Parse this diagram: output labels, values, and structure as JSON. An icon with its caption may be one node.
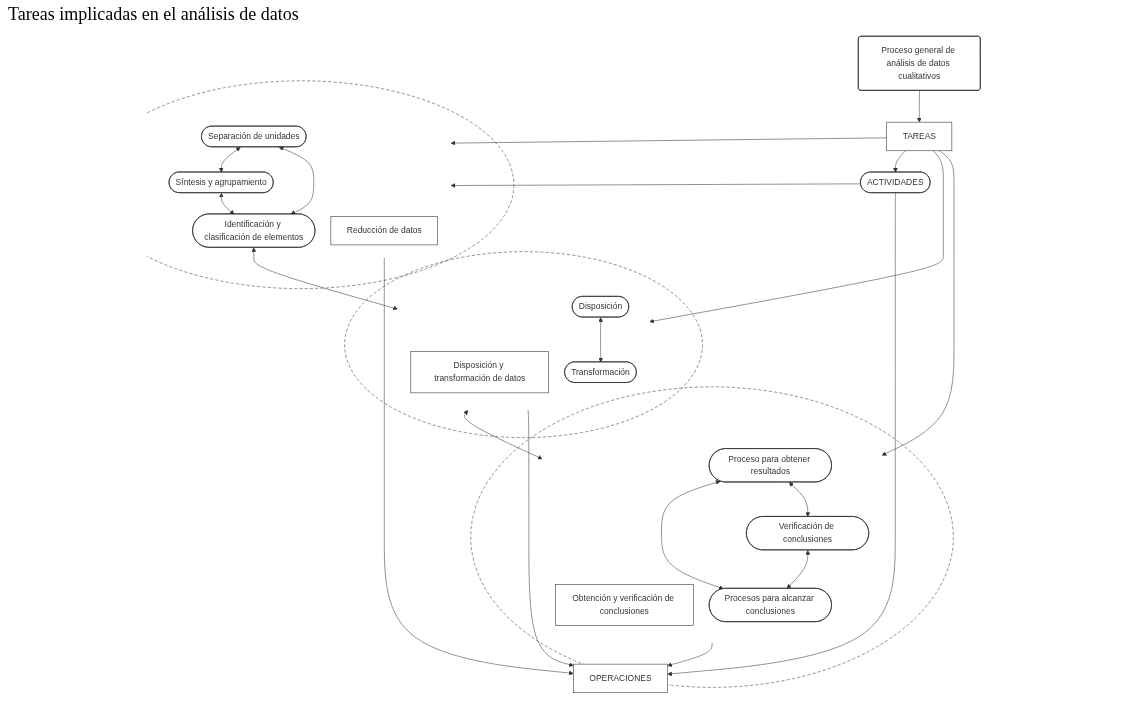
{
  "diagram": {
    "title": "Tareas implicadas en el análisis de datos",
    "nodes": [
      {
        "text": [
          "Proceso general de análisis de datos cualitativos"
        ]
      },
      {
        "text": [
          "TAREAS"
        ]
      },
      {
        "text": [
          "ACTIVIDADES"
        ]
      },
      {
        "text": [],
        "shape": "ellipse"
      },
      {
        "text": [
          "Reducción de datos"
        ],
        "in": 3
      },
      {
        "text": [
          "Separación de unidades"
        ],
        "in": 3
      },
      {
        "text": [
          "Síntesis y agrupamiento"
        ],
        "in": 3
      },
      {
        "text": [
          "Identificación y clasificación de elementos"
        ],
        "in": 3
      },
      {
        "text": [],
        "shape": "ellipse"
      },
      {
        "text": [
          "Disposición y transformación de datos"
        ],
        "in": 8
      },
      {
        "text": [
          "Disposición"
        ],
        "in": 8
      },
      {
        "text": [
          "Transformación"
        ],
        "in": 8
      },
      {
        "text": [],
        "shape": "ellipse"
      },
      {
        "text": [
          "Obtención y verificación de conclusiones"
        ],
        "in": 12
      },
      {
        "text": [
          "Proceso para obtener resultados"
        ],
        "in": 12
      },
      {
        "text": [
          "Verificación de conclusiones"
        ],
        "in": 12
      },
      {
        "text": [
          "Procesos para alcanzar conclusiones"
        ],
        "in": 12
      },
      {
        "text": [
          "OPERACIONES"
        ]
      }
    ],
    "edges": [
      {
        "from": 0,
        "to": 1,
        "arrow": "to"
      },
      {
        "from": 1,
        "to": 3,
        "arrow": "to"
      },
      {
        "from": 1,
        "to": 8,
        "arrow": "to"
      },
      {
        "from": 1,
        "to": 12,
        "arrow": "to"
      },
      {
        "from": 1,
        "to": 2,
        "arrow": "to"
      },
      {
        "from": 2,
        "to": 3,
        "arrow": "to"
      },
      {
        "from": 5,
        "to": 6,
        "arrow": "both"
      },
      {
        "from": 5,
        "to": 7,
        "arrow": "both"
      },
      {
        "from": 6,
        "to": 7,
        "arrow": "both"
      },
      {
        "from": 10,
        "to": 11,
        "arrow": "both"
      },
      {
        "from": 14,
        "to": 15,
        "arrow": "both"
      },
      {
        "from": 14,
        "to": 16,
        "arrow": "both"
      },
      {
        "from": 15,
        "to": 16,
        "arrow": "both"
      },
      {
        "from": 7,
        "to": 8,
        "arrow": "both"
      },
      {
        "from": 8,
        "to": 12,
        "arrow": "both"
      },
      {
        "from": 3,
        "to": 17,
        "arrow": "to"
      },
      {
        "from": 8,
        "to": 17,
        "arrow": "to"
      },
      {
        "from": 12,
        "to": 17,
        "arrow": "to"
      },
      {
        "from": 2,
        "to": 17,
        "arrow": "to"
      }
    ]
  }
}
